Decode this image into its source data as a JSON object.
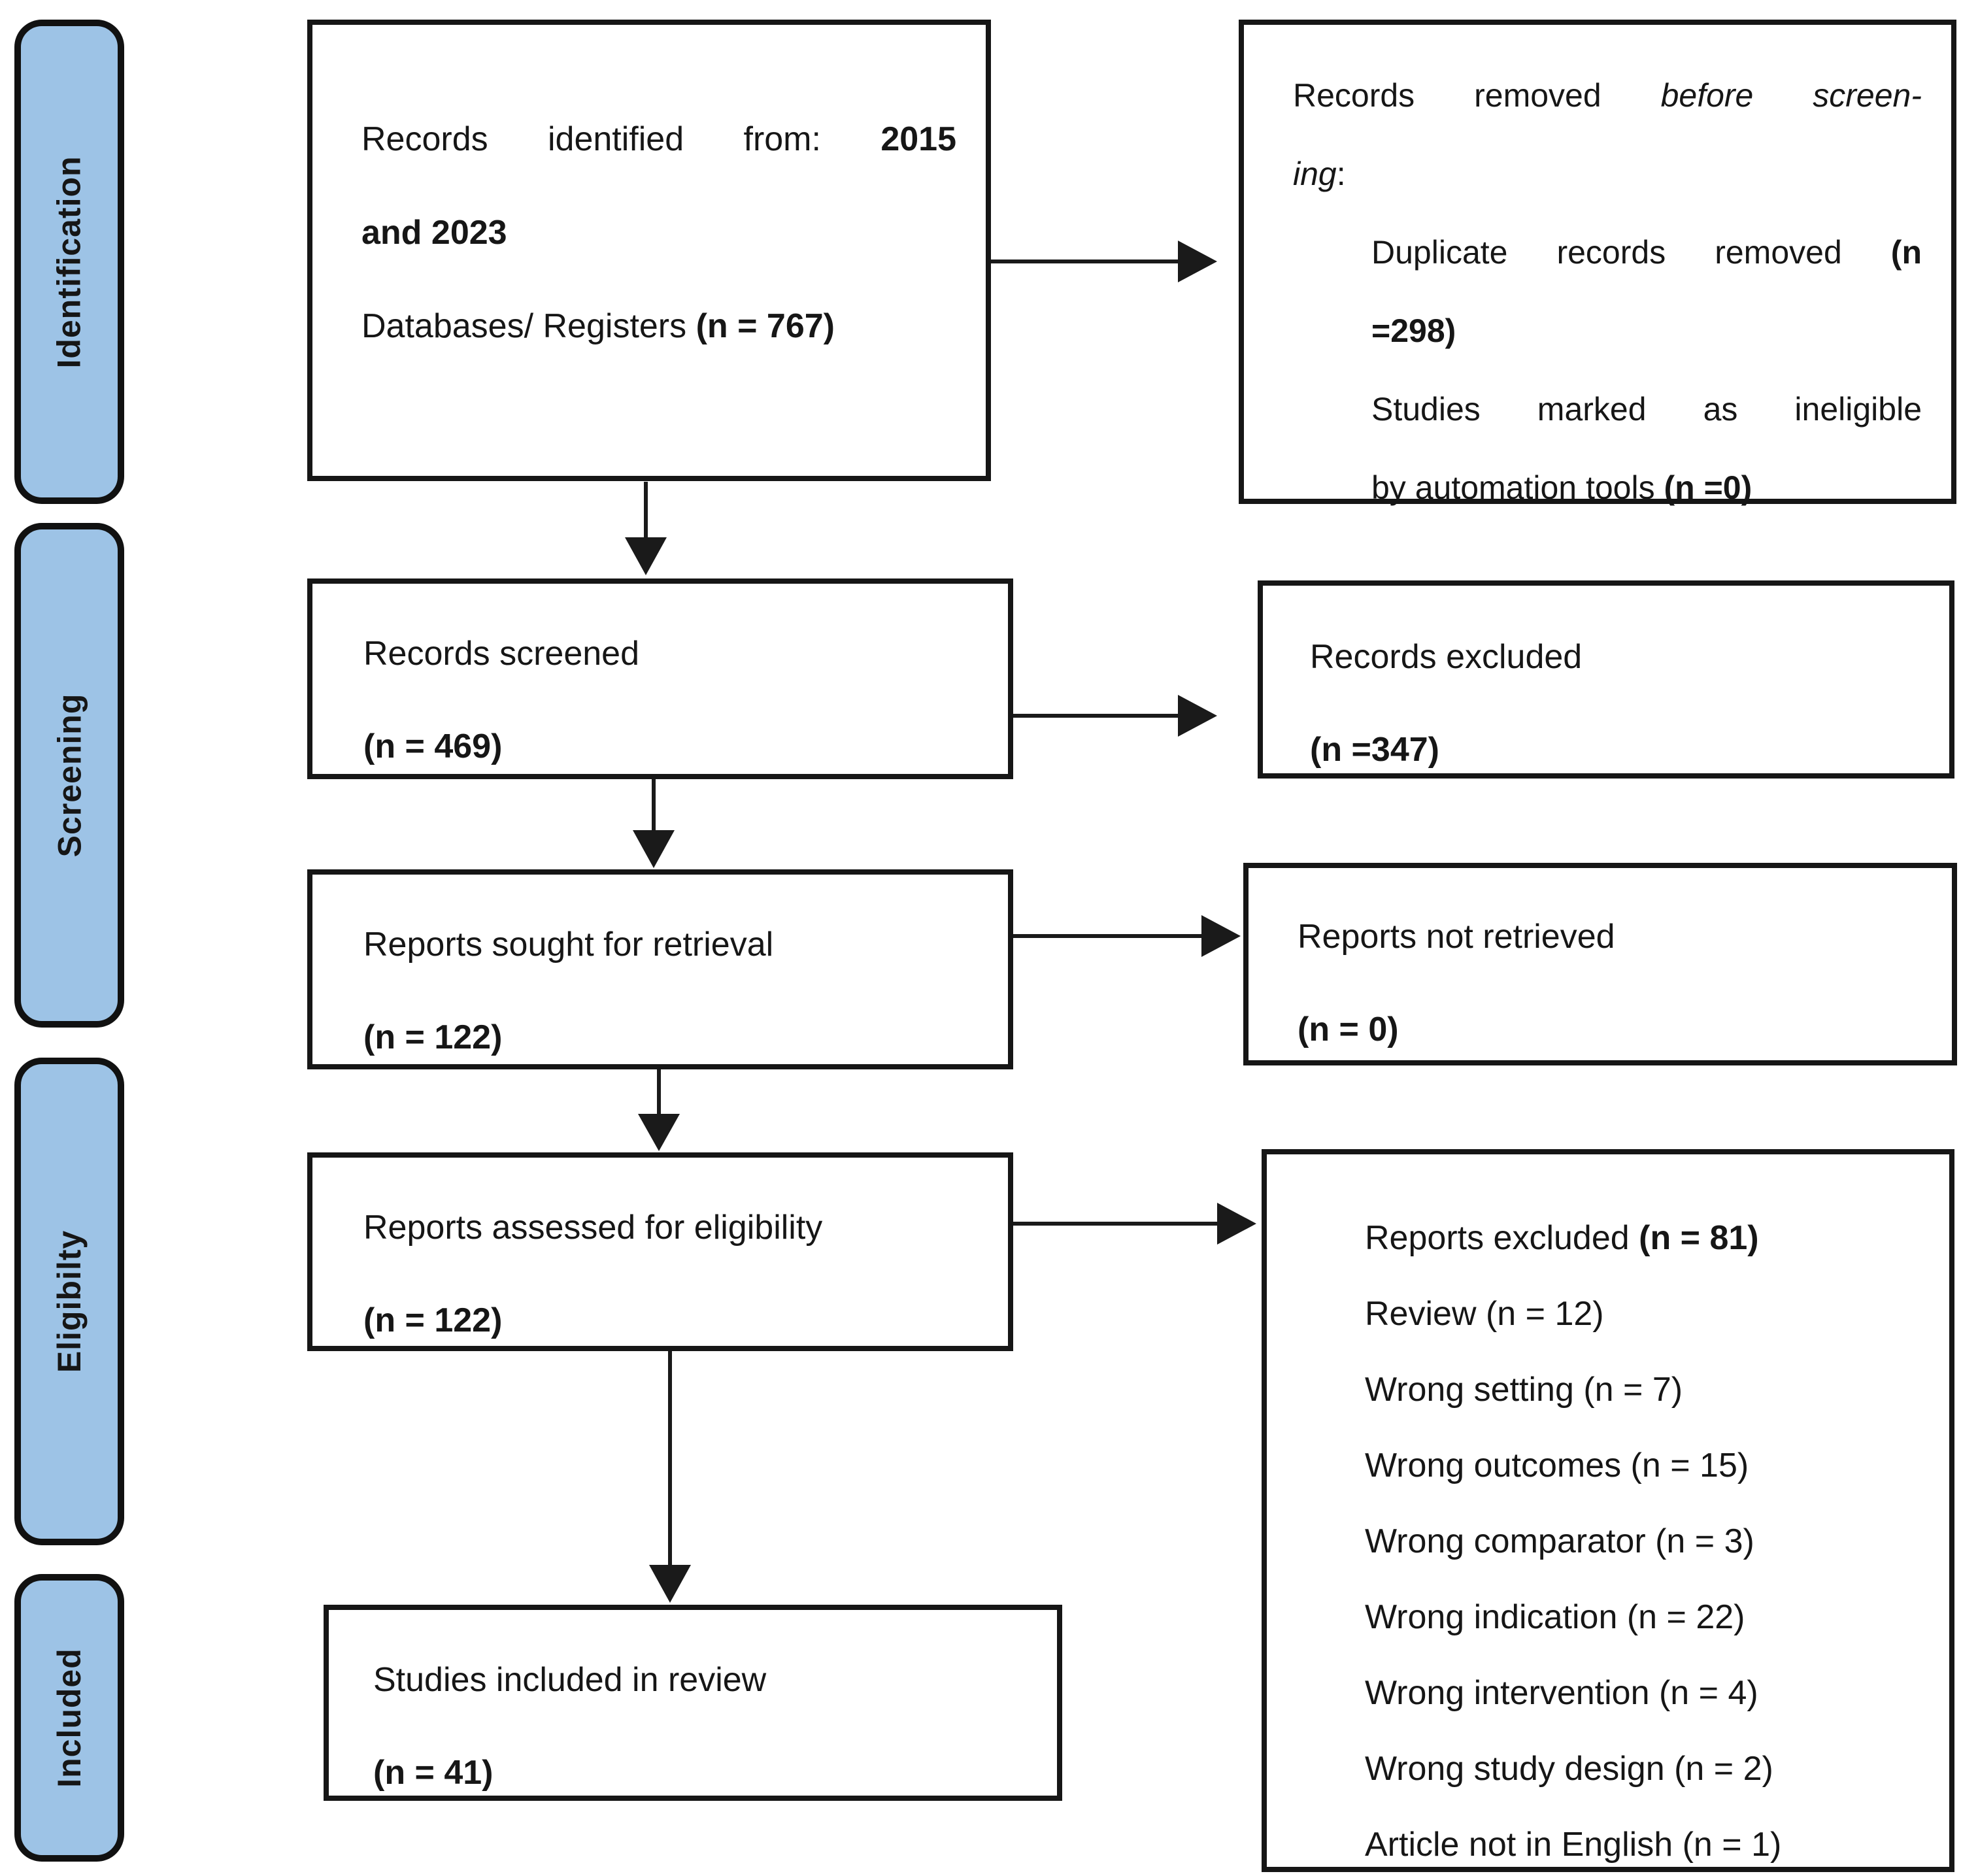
{
  "figure": {
    "type": "prisma-flow-diagram",
    "colors": {
      "stage_fill": "#9DC3E6",
      "stroke": "#161616",
      "background": "#ffffff"
    }
  },
  "stages": [
    {
      "label": "Identification"
    },
    {
      "label": "Screening"
    },
    {
      "label": "Eligibilty"
    },
    {
      "label": "Included"
    }
  ],
  "flow_boxes": {
    "identified": {
      "l1a": "Records identified from: ",
      "l1b": "2015",
      "l2": "and 2023",
      "l3a": "Databases/ Registers ",
      "l3b": "(n = 767)"
    },
    "screened": {
      "l1": "Records screened",
      "l2": "(n = 469)"
    },
    "sought": {
      "l1": "Reports sought for retrieval",
      "l2": "(n = 122)"
    },
    "assessed": {
      "l1": "Reports assessed for eligibility",
      "l2": "(n = 122)"
    },
    "included": {
      "l1": "Studies included in review",
      "l2": "(n = 41)"
    }
  },
  "side_boxes": {
    "removed": {
      "l1a": "Records removed ",
      "l1b": "before screen-",
      "l2a": "ing",
      "l2b": ":",
      "l3a": "Duplicate records removed ",
      "l3b": "(n",
      "l4": "=298)",
      "l5": "Studies marked as ineligible",
      "l6a": "by automation tools ",
      "l6b": "(n =0)"
    },
    "excluded_records": {
      "l1": "Records excluded",
      "l2": "(n =347)"
    },
    "not_retrieved": {
      "l1": "Reports not retrieved",
      "l2": "(n = 0)"
    },
    "excluded_reports": {
      "titlea": "Reports excluded ",
      "titleb": "(n = 81)",
      "items": [
        "Review (n = 12)",
        "Wrong setting (n = 7)",
        "Wrong outcomes (n = 15)",
        "Wrong comparator (n = 3)",
        "Wrong indication (n = 22)",
        "Wrong intervention (n = 4)",
        "Wrong study design (n = 2)",
        "Article not in English (n = 1)"
      ]
    }
  }
}
